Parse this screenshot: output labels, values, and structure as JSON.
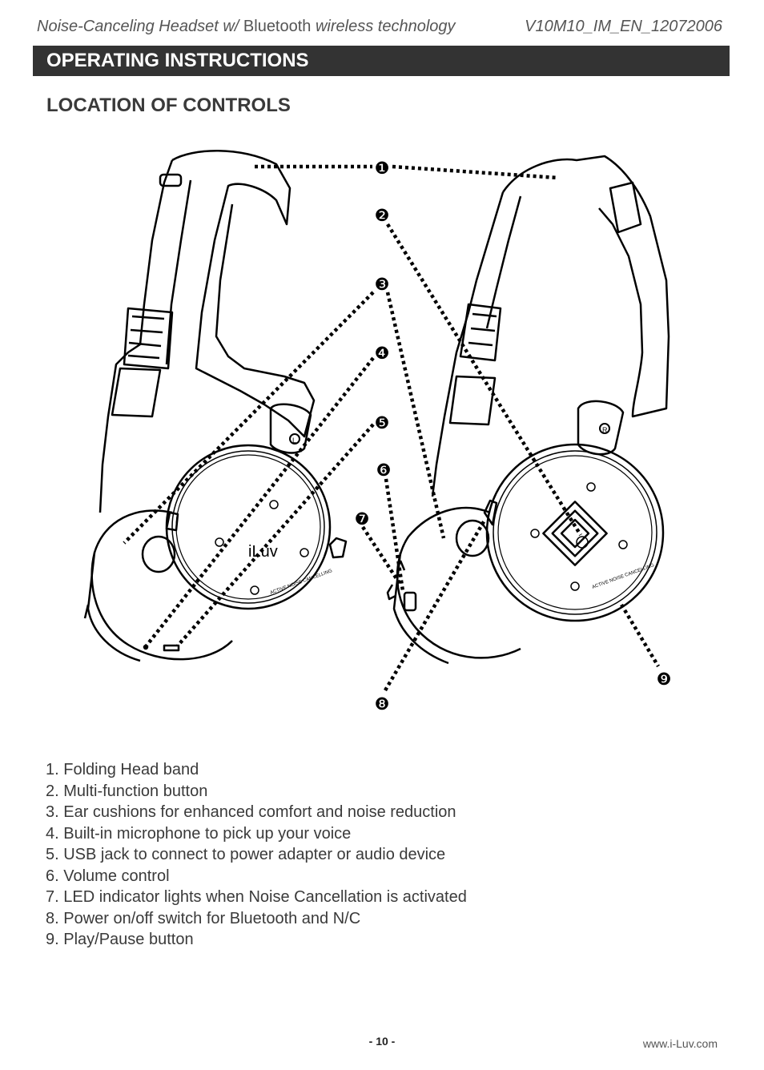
{
  "header": {
    "title_part1": "Noise-Canceling Headset w/ ",
    "title_part2": "Bluetooth",
    "title_part3": " wireless technology",
    "doc_code": "V10M10_IM_EN_12072006"
  },
  "bar": {
    "title": "OPERATING INSTRUCTIONS"
  },
  "section": {
    "title": "LOCATION OF CONTROLS"
  },
  "figure": {
    "callouts": [
      "❶",
      "❷",
      "❸",
      "❹",
      "❺",
      "❻",
      "❼",
      "❽",
      "❾"
    ],
    "left_cup_logo": "iLuv",
    "left_side_mark": "L",
    "right_side_mark": "R",
    "cup_ring_text": "ACTIVE NOISE CANCELLING"
  },
  "legend": [
    "1. Folding Head band",
    "2. Multi-function button",
    "3. Ear cushions for enhanced comfort and noise reduction",
    "4. Built-in microphone to pick up your voice",
    "5. USB jack to connect to power adapter or audio device",
    "6. Volume control",
    "7. LED indicator lights when Noise Cancellation is activated",
    "8. Power on/off switch for Bluetooth and N/C",
    "9. Play/Pause button"
  ],
  "footer": {
    "page": "- 10 -",
    "website": "www.i-Luv.com"
  }
}
